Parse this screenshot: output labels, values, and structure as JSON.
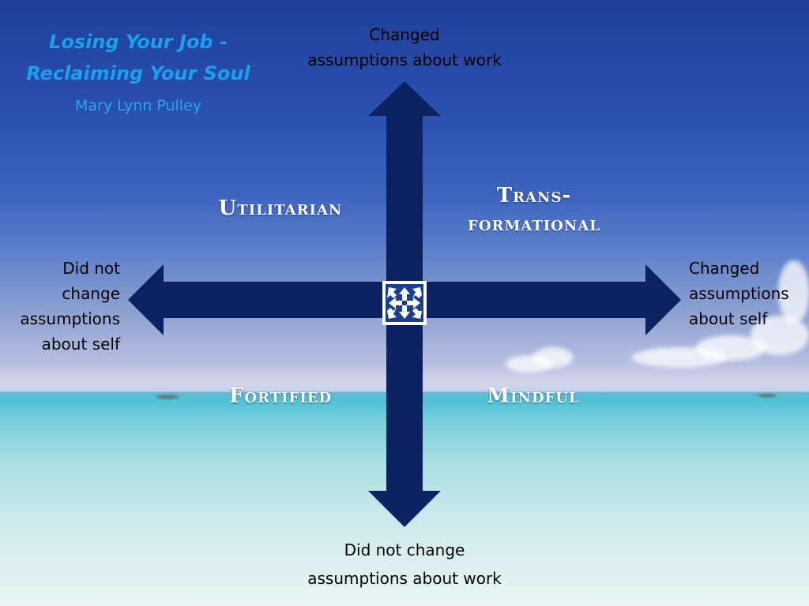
{
  "title": {
    "line1": "Losing Your Job -",
    "line2": "Reclaiming Your Soul",
    "author": "Mary Lynn Pulley"
  },
  "axes": {
    "top": {
      "line1": "Changed",
      "line2": "assumptions about work"
    },
    "bottom": {
      "line1": "Did not change",
      "line2": "assumptions about work"
    },
    "left": {
      "line1": "Did not",
      "line2": "change",
      "line3": "assumptions",
      "line4": "about self"
    },
    "right": {
      "line1": "Changed",
      "line2": "assumptions",
      "line3": "about self"
    }
  },
  "quadrants": {
    "top_left": "Utilitarian",
    "top_right_line1": "Trans-",
    "top_right_line2": "formational",
    "bottom_left": "Fortified",
    "bottom_right": "Mindful"
  },
  "colors": {
    "arrow": "#0b2160",
    "title": "#1aa0ec",
    "quadrant_text": "#ffffff"
  },
  "icons": {
    "center": "compass-arrows-icon"
  }
}
